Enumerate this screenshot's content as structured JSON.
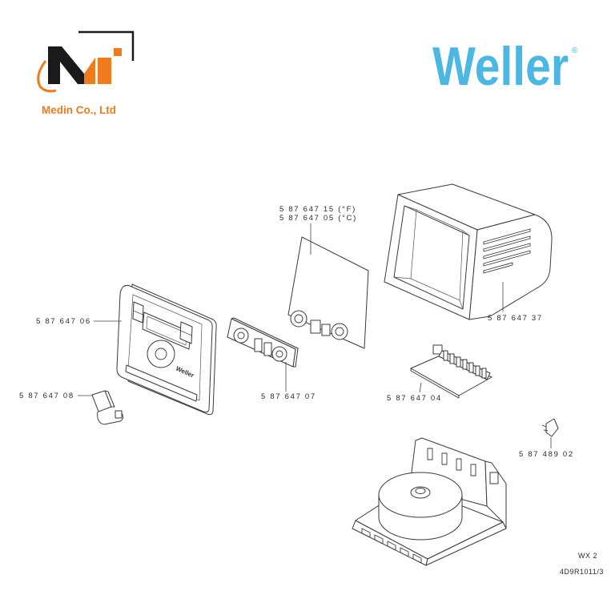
{
  "logo": {
    "mark": "MI",
    "company": "Medin Co., Ltd"
  },
  "brand": {
    "name": "Weller",
    "trademark": "®"
  },
  "device_brand": "Weller",
  "colors": {
    "logo_orange": "#F07A1E",
    "logo_black": "#1a1a1a",
    "brand_blue": "#4CB7E2",
    "line": "#3a3a3a"
  },
  "parts": {
    "pcb_f": "5 87 647 15 (°F)",
    "pcb_c": "5 87 647 05 (°C)",
    "front_panel": "5 87 647 06",
    "housing_cover": "5 87 647 37",
    "clip": "5 87 647 08",
    "control_strip": "5 87 647 07",
    "terminal_board": "5 87 647 04",
    "plug": "5 87 489 02"
  },
  "model": "WX 2",
  "drawing_number": "4D9R1011/3"
}
